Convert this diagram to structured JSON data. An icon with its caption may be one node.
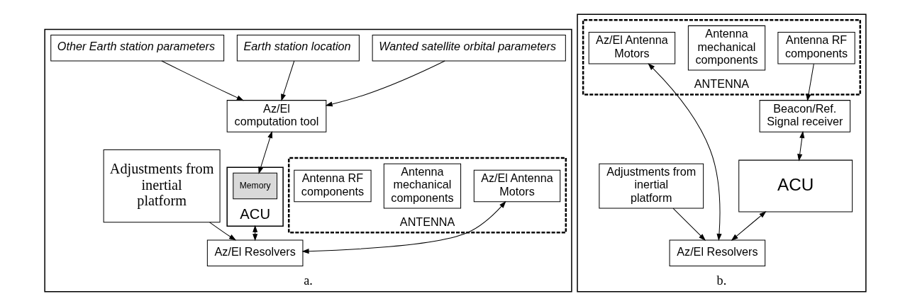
{
  "diagram": {
    "nodes": [
      {
        "text": [
          "a."
        ]
      },
      {
        "text": [
          "Wanted satellite orbital parameters"
        ],
        "in": 0
      },
      {
        "text": [
          "Earth station location"
        ],
        "in": 0
      },
      {
        "text": [
          "Other Earth station parameters"
        ],
        "in": 0
      },
      {
        "text": [
          "Az/El computation tool"
        ],
        "in": 0
      },
      {
        "text": [
          "ACU"
        ],
        "in": 0
      },
      {
        "text": [
          "Memory"
        ],
        "in": 5
      },
      {
        "text": [
          "ANTENNA"
        ],
        "in": 0
      },
      {
        "text": [
          "Az/El Antenna Motors"
        ],
        "in": 7
      },
      {
        "text": [
          "Antenna mechanical components"
        ],
        "in": 7
      },
      {
        "text": [
          "Antenna RF components"
        ],
        "in": 7
      },
      {
        "text": [
          "Az/El Resolvers"
        ],
        "in": 0
      },
      {
        "text": [
          "Adjustments from inertial platform"
        ],
        "in": 0
      },
      {
        "text": [
          "b."
        ]
      },
      {
        "text": [
          "Beacon/Ref. Signal receiver"
        ],
        "in": 13
      },
      {
        "text": [
          "ACU"
        ],
        "in": 13
      },
      {
        "text": [
          "ANTENNA"
        ],
        "in": 13
      },
      {
        "text": [
          "Az/El Antenna Motors"
        ],
        "in": 16
      },
      {
        "text": [
          "Antenna mechanical components"
        ],
        "in": 16
      },
      {
        "text": [
          "Antenna RF components"
        ],
        "in": 16
      },
      {
        "text": [
          "Az/El Resolvers"
        ],
        "in": 13
      },
      {
        "text": [
          "Adjustments from inertial platform"
        ],
        "in": 13
      }
    ],
    "edges": [
      {
        "from": 1,
        "to": 4,
        "arrow": "to"
      },
      {
        "from": 2,
        "to": 4,
        "arrow": "to"
      },
      {
        "from": 3,
        "to": 4,
        "arrow": "to"
      },
      {
        "from": 4,
        "to": 6,
        "arrow": "both"
      },
      {
        "from": 5,
        "to": 11,
        "arrow": "both"
      },
      {
        "from": 8,
        "to": 11,
        "arrow": "both"
      },
      {
        "from": 12,
        "to": 11,
        "arrow": "to"
      },
      {
        "from": 19,
        "to": 14,
        "arrow": "to"
      },
      {
        "from": 14,
        "to": 15,
        "arrow": "both"
      },
      {
        "from": 15,
        "to": 20,
        "arrow": "both"
      },
      {
        "from": 17,
        "to": 20,
        "arrow": "both"
      },
      {
        "from": 21,
        "to": 20,
        "arrow": "to"
      }
    ]
  }
}
